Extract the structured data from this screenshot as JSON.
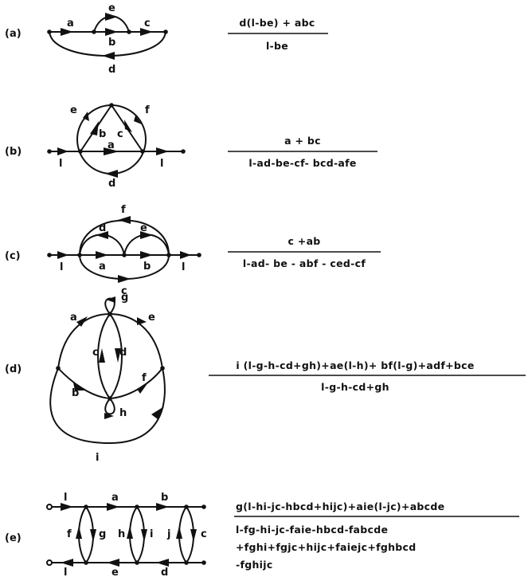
{
  "colors": {
    "ink": "#111111",
    "background": "#ffffff"
  },
  "panels": [
    {
      "tag": "(a)",
      "edges": [
        "a",
        "e",
        "b",
        "c",
        "d"
      ],
      "numerator": [
        "d(l-be) + abc"
      ],
      "denominator": [
        "l-be"
      ]
    },
    {
      "tag": "(b)",
      "edges": [
        "e",
        "f",
        "b",
        "c",
        "a",
        "l",
        "l",
        "d"
      ],
      "numerator": [
        "a + bc"
      ],
      "denominator": [
        "l-ad-be-cf- bcd-afe"
      ]
    },
    {
      "tag": "(c)",
      "edges": [
        "f",
        "d",
        "e",
        "l",
        "a",
        "b",
        "l",
        "c"
      ],
      "numerator": [
        "c +ab"
      ],
      "denominator": [
        "l-ad- be - abf - ced-cf"
      ]
    },
    {
      "tag": "(d)",
      "edges": [
        "g",
        "a",
        "e",
        "c",
        "d",
        "b",
        "f",
        "h",
        "i"
      ],
      "numerator": [
        "i (l-g-h-cd+gh)+ae(l-h)+ bf(l-g)+adf+bce"
      ],
      "denominator": [
        "l-g-h-cd+gh"
      ]
    },
    {
      "tag": "(e)",
      "edges": [
        "l",
        "a",
        "b",
        "f",
        "g",
        "h",
        "i",
        "j",
        "c",
        "l",
        "e",
        "d"
      ],
      "numerator": [
        "g(l-hi-jc-hbcd+hijc)+aie(l-jc)+abcde"
      ],
      "denominator": [
        "l-fg-hi-jc-faie-hbcd-fabcde",
        "+fghi+fgjc+hijc+faiejc+fghbcd",
        "-fghijc"
      ]
    }
  ]
}
